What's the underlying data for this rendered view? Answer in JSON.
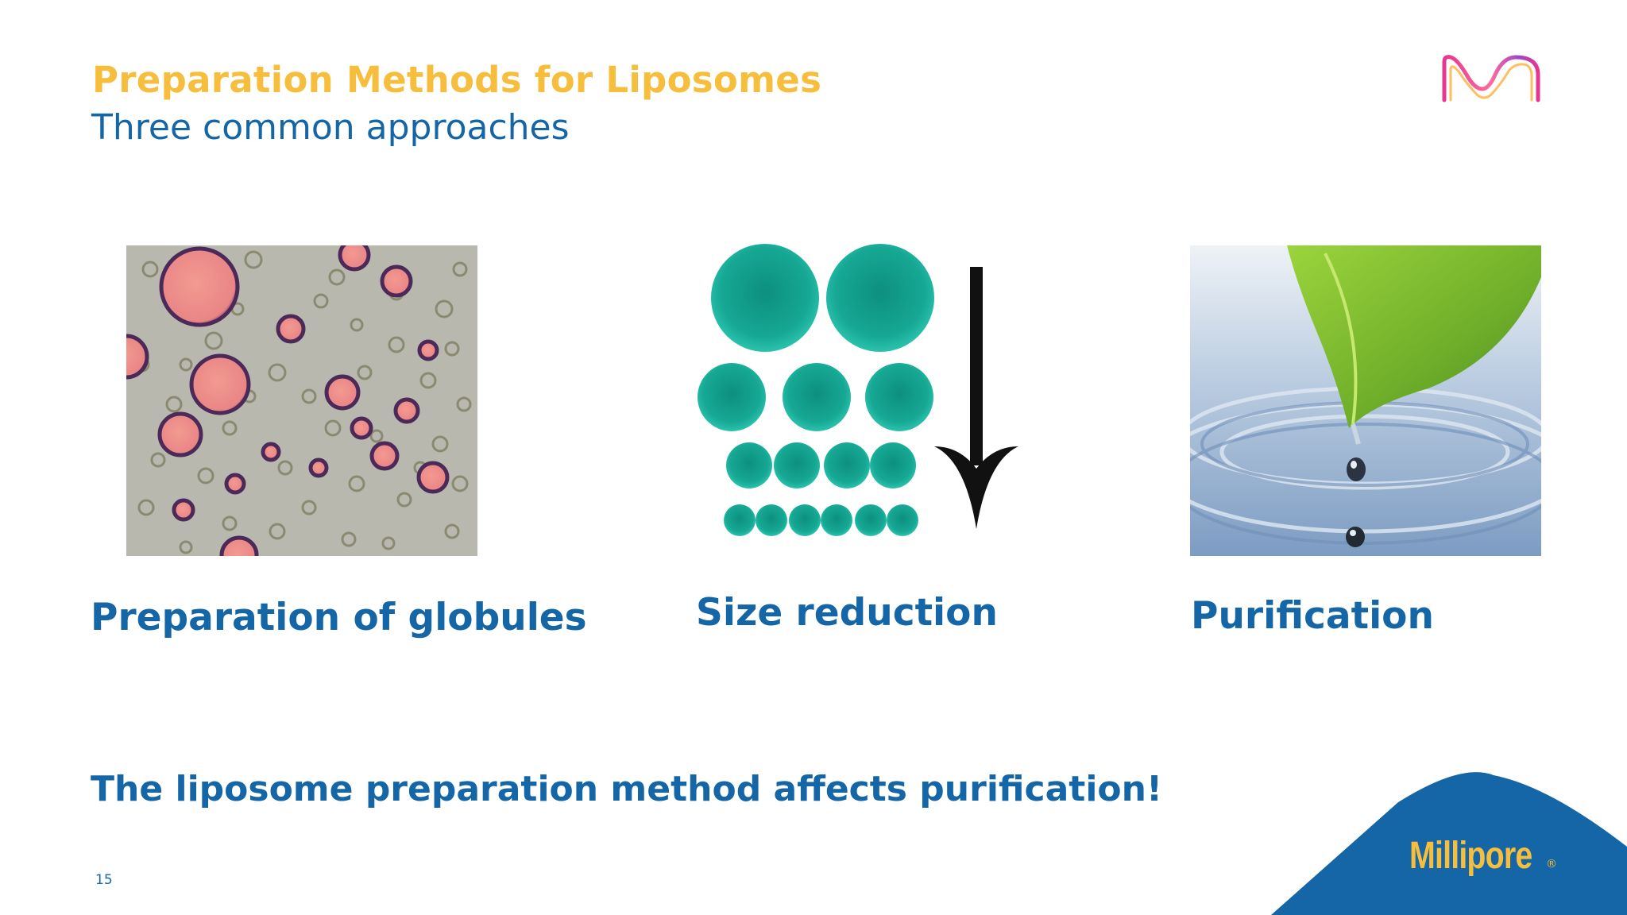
{
  "slide": {
    "title": "Preparation Methods for Liposomes",
    "subtitle": "Three common approaches",
    "statement": "The liposome preparation method affects purification!",
    "page_number": "15"
  },
  "columns": [
    {
      "caption": "Preparation of globules",
      "image_icon": "microscope-globules-image"
    },
    {
      "caption": "Size reduction",
      "image_icon": "size-reduction-circles-arrow-image"
    },
    {
      "caption": "Purification",
      "image_icon": "leaf-water-drop-image"
    }
  ],
  "brand": {
    "name": "Millipore",
    "registered": "®",
    "logo_icon": "m-logo-icon"
  },
  "colors": {
    "title_yellow": "#f6be3c",
    "text_blue": "#1466a6",
    "teal": "#1fae9c",
    "corner_blue": "#1466a6"
  }
}
